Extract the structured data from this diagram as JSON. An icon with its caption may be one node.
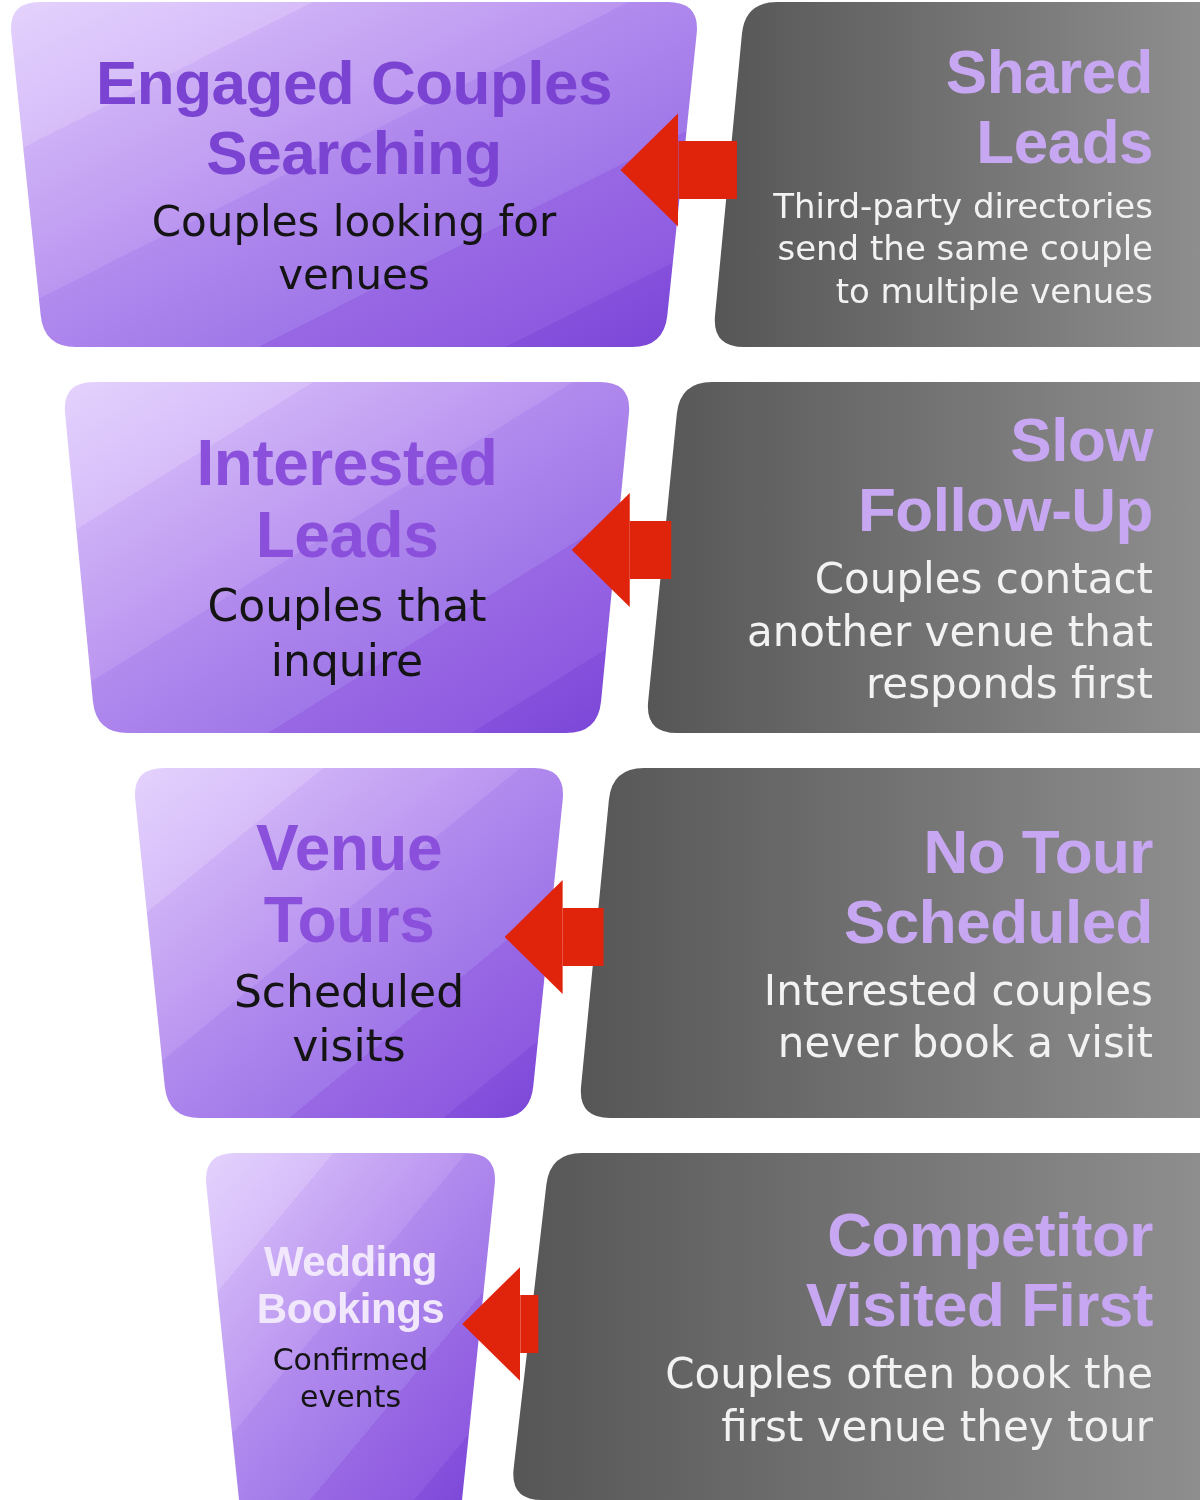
{
  "diagram": {
    "nodes": [
      {
        "text": [
          "Engaged Couples Searching",
          "Couples looking for venues"
        ]
      },
      {
        "text": [
          "Shared Leads",
          "Third-party directories send the same couple to multiple venues"
        ]
      },
      {
        "text": [
          "Interested Leads",
          "Couples that inquire"
        ]
      },
      {
        "text": [
          "Slow Follow-Up",
          "Couples contact another venue that responds first"
        ]
      },
      {
        "text": [
          "Venue Tours",
          "Scheduled visits"
        ]
      },
      {
        "text": [
          "No Tour Scheduled",
          "Interested couples never book a visit"
        ]
      },
      {
        "text": [
          "Wedding Bookings",
          "Confirmed events"
        ]
      },
      {
        "text": [
          "Competitor Visited First",
          "Couples often book the first venue they tour"
        ]
      }
    ],
    "edges": [
      {
        "from": 1,
        "to": 0,
        "arrow": "to"
      },
      {
        "from": 3,
        "to": 2,
        "arrow": "to"
      },
      {
        "from": 5,
        "to": 4,
        "arrow": "to"
      },
      {
        "from": 7,
        "to": 6,
        "arrow": "to"
      }
    ]
  }
}
